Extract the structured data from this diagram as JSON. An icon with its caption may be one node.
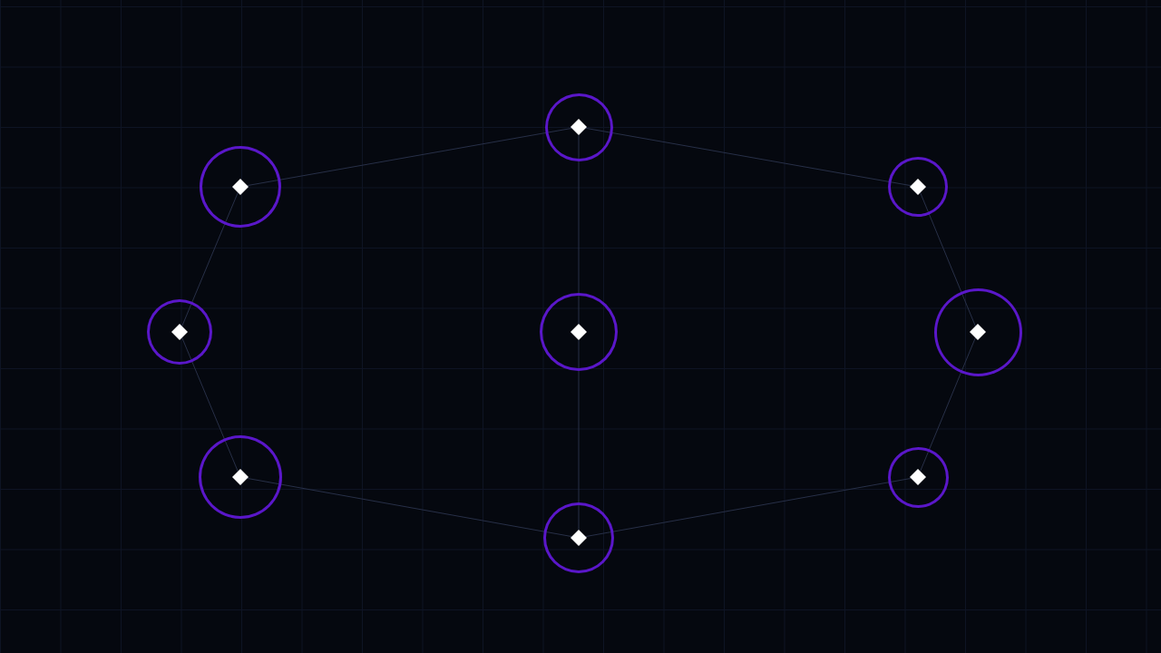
{
  "diagram": {
    "nodes": [
      {
        "text": [],
        "shape": "circle"
      },
      {
        "text": [],
        "shape": "diamond",
        "in": 0
      },
      {
        "text": [],
        "shape": "circle"
      },
      {
        "text": [],
        "shape": "diamond",
        "in": 2
      },
      {
        "text": [],
        "shape": "circle"
      },
      {
        "text": [],
        "shape": "diamond",
        "in": 4
      },
      {
        "text": [],
        "shape": "circle"
      },
      {
        "text": [],
        "shape": "diamond",
        "in": 6
      },
      {
        "text": [],
        "shape": "circle"
      },
      {
        "text": [],
        "shape": "diamond",
        "in": 8
      },
      {
        "text": [],
        "shape": "circle"
      },
      {
        "text": [],
        "shape": "diamond",
        "in": 10
      },
      {
        "text": [],
        "shape": "circle"
      },
      {
        "text": [],
        "shape": "diamond",
        "in": 12
      },
      {
        "text": [],
        "shape": "circle"
      },
      {
        "text": [],
        "shape": "diamond",
        "in": 14
      },
      {
        "text": [],
        "shape": "circle"
      },
      {
        "text": [],
        "shape": "diamond",
        "in": 16
      }
    ],
    "edges": [
      {
        "from": 3,
        "to": 1,
        "arrow": "none"
      },
      {
        "from": 1,
        "to": 5,
        "arrow": "none"
      },
      {
        "from": 5,
        "to": 11,
        "arrow": "none"
      },
      {
        "from": 11,
        "to": 15,
        "arrow": "none"
      },
      {
        "from": 15,
        "to": 17,
        "arrow": "none"
      },
      {
        "from": 17,
        "to": 13,
        "arrow": "none"
      },
      {
        "from": 13,
        "to": 7,
        "arrow": "none"
      },
      {
        "from": 7,
        "to": 3,
        "arrow": "none"
      },
      {
        "from": 1,
        "to": 9,
        "arrow": "none"
      },
      {
        "from": 9,
        "to": 17,
        "arrow": "none"
      }
    ]
  }
}
